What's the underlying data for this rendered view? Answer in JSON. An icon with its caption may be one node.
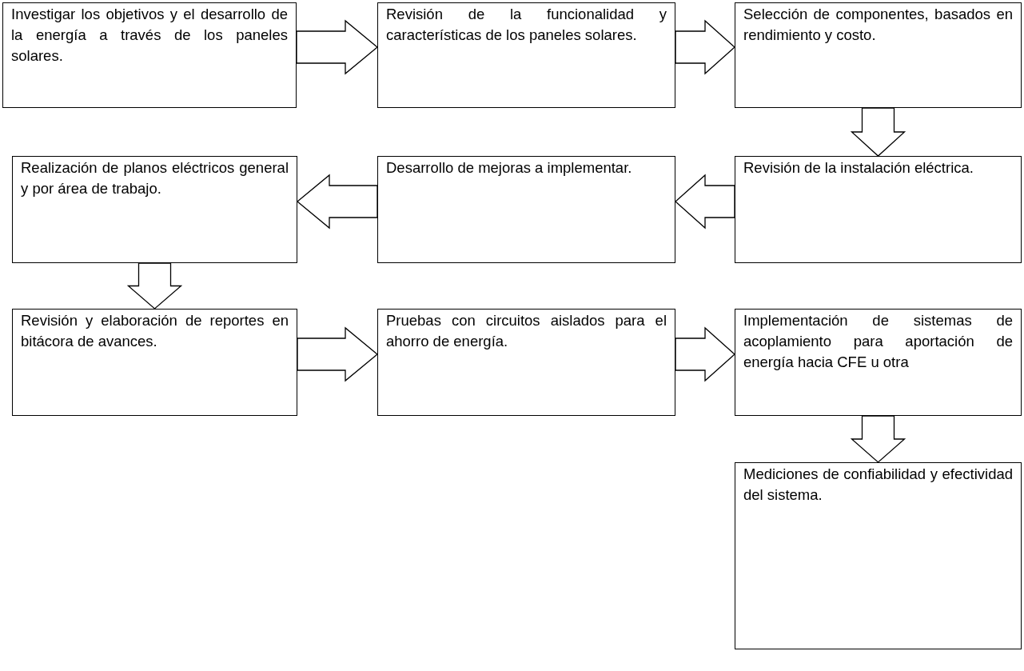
{
  "diagram": {
    "nodes": [
      {
        "text": [
          "Investigar los objetivos y el desarrollo de la energía a través de los paneles solares."
        ]
      },
      {
        "text": [
          "Revisión de la funcionalidad y características de los paneles solares."
        ]
      },
      {
        "text": [
          "Selección de componentes, basados en rendimiento y costo."
        ]
      },
      {
        "text": [
          "Realización de planos eléctricos general y por área de trabajo."
        ]
      },
      {
        "text": [
          "Desarrollo de mejoras a implementar."
        ]
      },
      {
        "text": [
          "Revisión de la instalación eléctrica."
        ]
      },
      {
        "text": [
          "Revisión y elaboración de reportes en bitácora de avances."
        ]
      },
      {
        "text": [
          "Pruebas con circuitos aislados para el ahorro de energía."
        ]
      },
      {
        "text": [
          "Implementación de sistemas de acoplamiento para aportación de energía hacia CFE u otra"
        ]
      },
      {
        "text": [
          "Mediciones de confiabilidad y efectividad del sistema."
        ]
      }
    ],
    "edges": [
      {
        "from": 0,
        "to": 1,
        "arrow": "to"
      },
      {
        "from": 1,
        "to": 2,
        "arrow": "to"
      },
      {
        "from": 2,
        "to": 5,
        "arrow": "to"
      },
      {
        "from": 5,
        "to": 4,
        "arrow": "to"
      },
      {
        "from": 4,
        "to": 3,
        "arrow": "to"
      },
      {
        "from": 3,
        "to": 6,
        "arrow": "to"
      },
      {
        "from": 6,
        "to": 7,
        "arrow": "to"
      },
      {
        "from": 7,
        "to": 8,
        "arrow": "to"
      },
      {
        "from": 8,
        "to": 9,
        "arrow": "to"
      }
    ]
  }
}
